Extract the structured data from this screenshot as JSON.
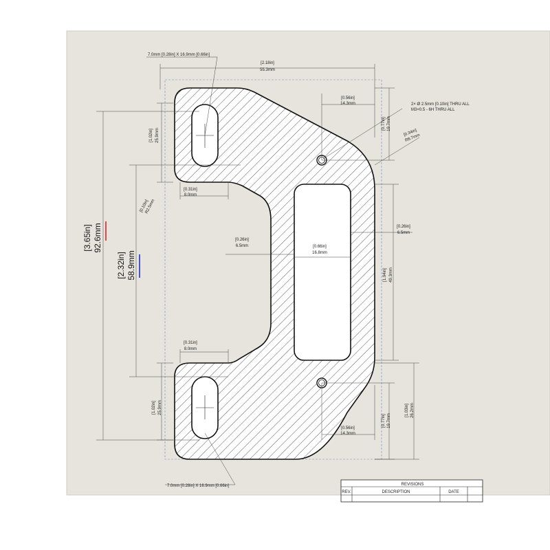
{
  "colors": {
    "sheet": "#e6e4dc",
    "outline": "#111111",
    "hatch": "#333333",
    "accent_red": "#e02020",
    "accent_blue": "#2030c8",
    "frame_dash": "#6a8fc0"
  },
  "labels": {
    "top_slot": {
      "line1": "7.0mm [0.28in] X 16.9mm [0.66in]"
    },
    "bottom_slot": {
      "line1": "7.0mm [0.28in] X 16.9mm [0.66in]"
    },
    "overall_width": {
      "in": "[2.18in]",
      "mm": "55.3mm"
    },
    "top_hole_x": {
      "in": "[0.56in]",
      "mm": "14.3mm"
    },
    "top_hole_y": {
      "in": "[0.77in]",
      "mm": "19.7mm"
    },
    "hole_note": {
      "line1": "2× Ø 2.5mm [0.10in] THRU ALL",
      "line2": "M3×0.5 - 6H THRU ALL"
    },
    "radius_top": {
      "in": "[0.34in]",
      "mm": "R8.7mm"
    },
    "slot_top_height": {
      "in": "[1.02in]",
      "mm": "25.9mm"
    },
    "top_inner_width": {
      "in": "[0.31in]",
      "mm": "8.0mm"
    },
    "radius_inner": {
      "in": "[0.10in]",
      "mm": "R2.5mm"
    },
    "right_wall": {
      "in": "[0.26in]",
      "mm": "6.5mm"
    },
    "left_wall": {
      "in": "[0.26in]",
      "mm": "6.5mm"
    },
    "pocket_width": {
      "in": "[0.66in]",
      "mm": "16.8mm"
    },
    "pocket_height": {
      "in": "[1.94in]",
      "mm": "49.3mm"
    },
    "overall_height": {
      "in": "[3.65in]",
      "mm": "92.6mm"
    },
    "inner_height": {
      "in": "[2.32in]",
      "mm": "58.9mm"
    },
    "bottom_inner_width": {
      "in": "[0.31in]",
      "mm": "8.0mm"
    },
    "slot_bottom_height": {
      "in": "[1.02in]",
      "mm": "25.9mm"
    },
    "bottom_hole_x": {
      "in": "[0.56in]",
      "mm": "14.3mm"
    },
    "bottom_hole_y": {
      "in": "[0.77in]",
      "mm": "19.7mm"
    },
    "bottom_right_height": {
      "in": "[1.03in]",
      "mm": "26.2mm"
    }
  },
  "revision_block": {
    "title": "REVISIONS",
    "columns": [
      "REV.",
      "DESCRIPTION",
      "DATE"
    ]
  }
}
